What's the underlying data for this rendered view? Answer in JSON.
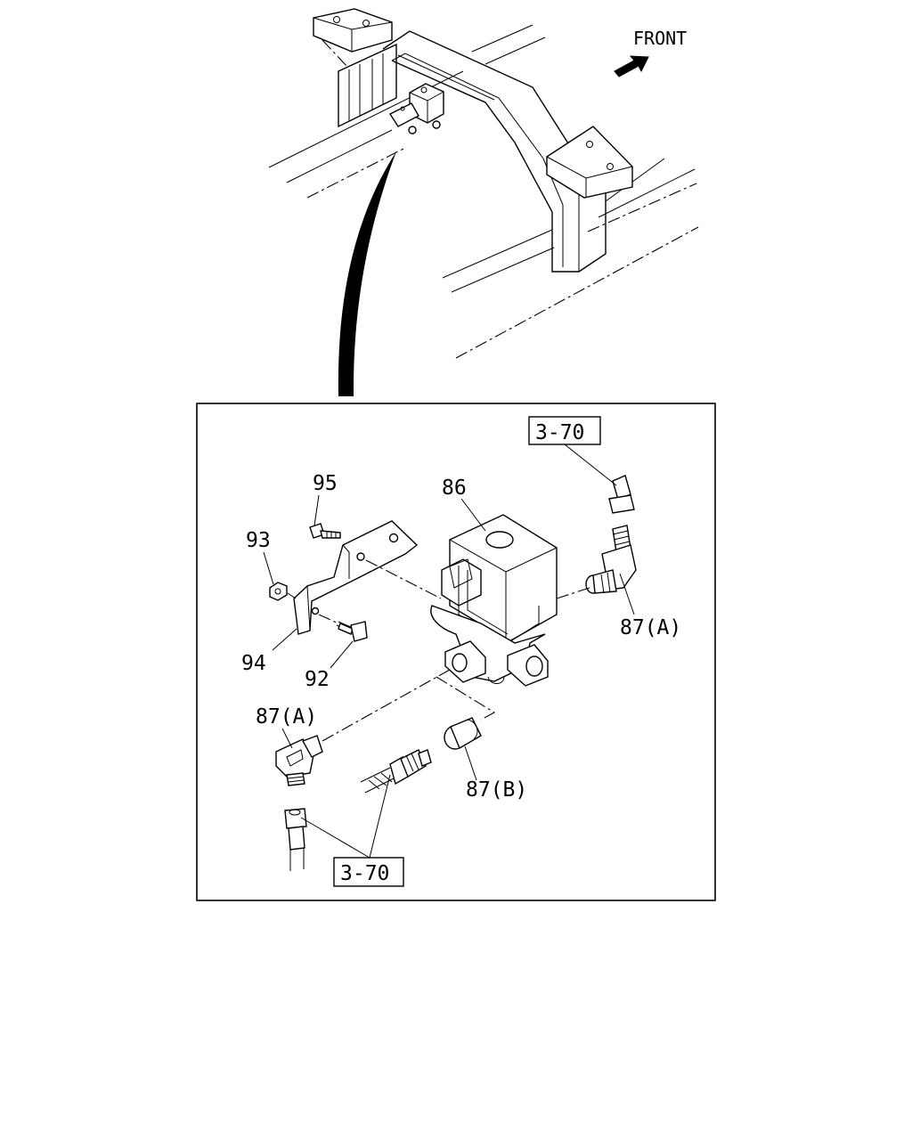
{
  "orientation": {
    "front_label": "FRONT",
    "arrow_icon": "front-direction-arrow-icon"
  },
  "callouts": [
    {
      "id": "95",
      "text": "95"
    },
    {
      "id": "86",
      "text": "86"
    },
    {
      "id": "93",
      "text": "93"
    },
    {
      "id": "94",
      "text": "94"
    },
    {
      "id": "92",
      "text": "92"
    },
    {
      "id": "87A_right",
      "text": "87(A)"
    },
    {
      "id": "87A_left",
      "text": "87(A)"
    },
    {
      "id": "87B",
      "text": "87(B)"
    }
  ],
  "references": [
    {
      "id": "ref_top",
      "text": "3-70"
    },
    {
      "id": "ref_bottom",
      "text": "3-70"
    }
  ]
}
